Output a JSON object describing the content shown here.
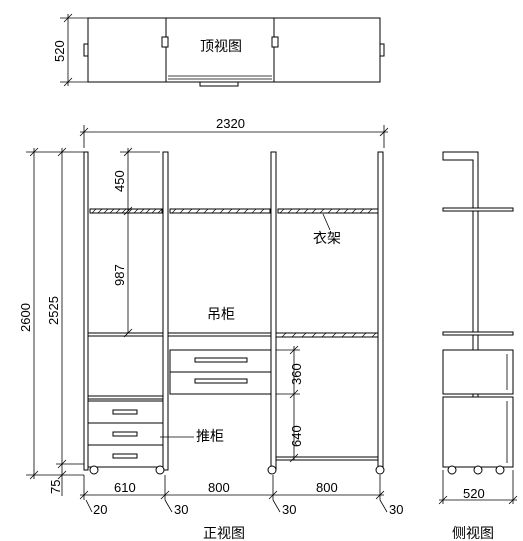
{
  "views": {
    "top_view": "顶视图",
    "front_view": "正视图",
    "side_view": "侧视图"
  },
  "components": {
    "hanger_rail": "衣架",
    "hanging_cabinet": "吊柜",
    "drawer_cabinet": "推柜"
  },
  "dimensions": {
    "top_depth": "520",
    "total_width": "2320",
    "total_height": "2600",
    "inner_height": "2525",
    "base_height": "75",
    "top_space": "450",
    "hang_space": "987",
    "hanging_cabinet_height": "360",
    "lower_space": "640",
    "bay_left": "610",
    "bay_middle": "800",
    "bay_right": "800",
    "post_left": "20",
    "post_1": "30",
    "post_2": "30",
    "post_3": "30",
    "side_depth": "520"
  }
}
